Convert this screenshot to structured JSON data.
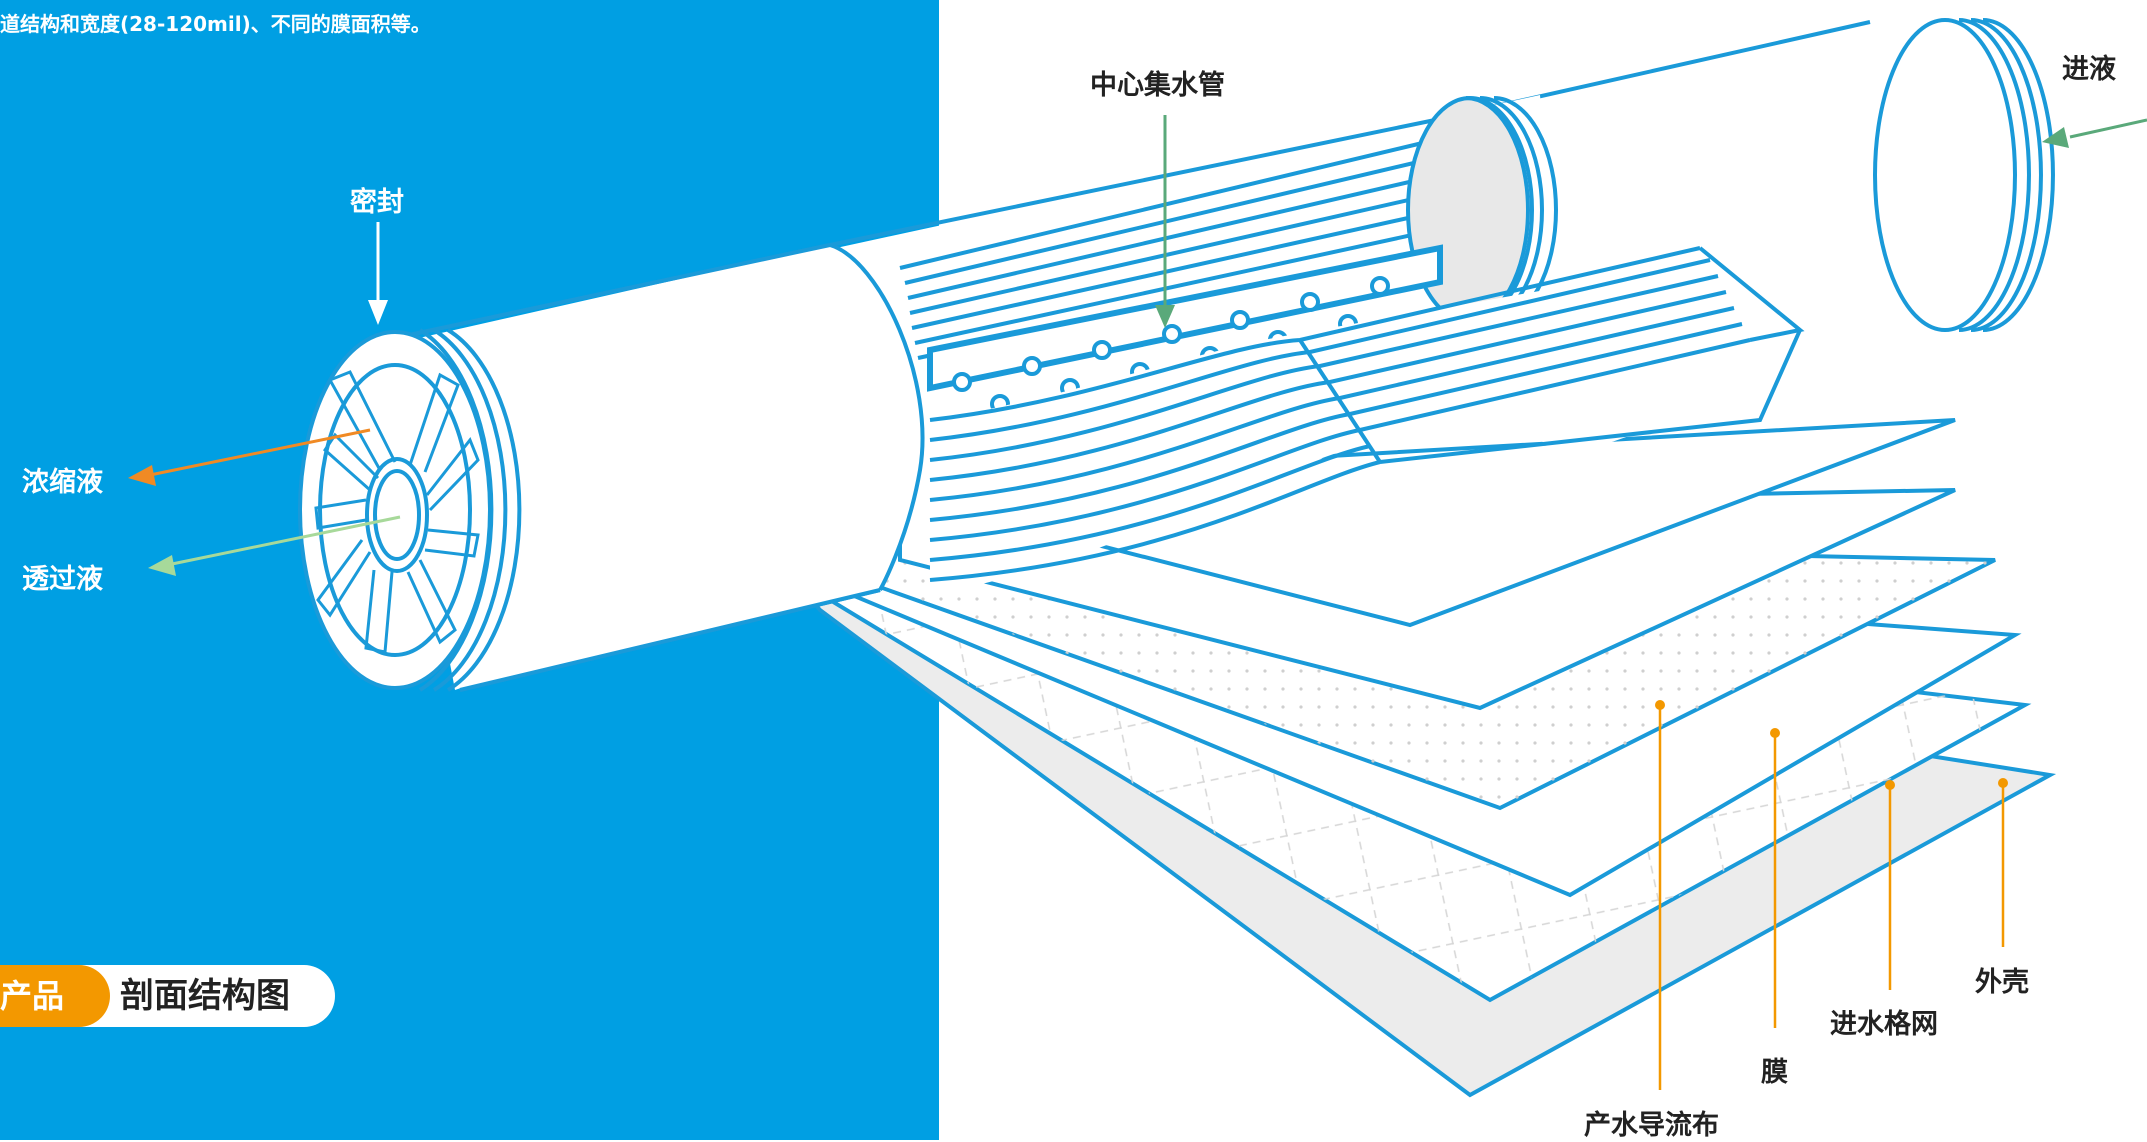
{
  "caption": {
    "top_text": "道结构和宽度(28-120mil)、不同的膜面积等。"
  },
  "badge": {
    "tag": "产品",
    "title": "剖面结构图"
  },
  "labels": {
    "seal": "密封",
    "concentrate": "浓缩液",
    "permeate": "透过液",
    "center_tube": "中心集水管",
    "feed": "进液",
    "product_carrier": "产水导流布",
    "membrane": "膜",
    "feed_spacer": "进水格网",
    "shell": "外壳"
  },
  "colors": {
    "panel_blue": "#009fe3",
    "line_blue": "#1a9ad9",
    "concentrate_arrow": "#f08a24",
    "permeate_arrow": "#a7d99a",
    "center_tube_arrow": "#5aa97a",
    "callout_orange": "#f39800"
  }
}
